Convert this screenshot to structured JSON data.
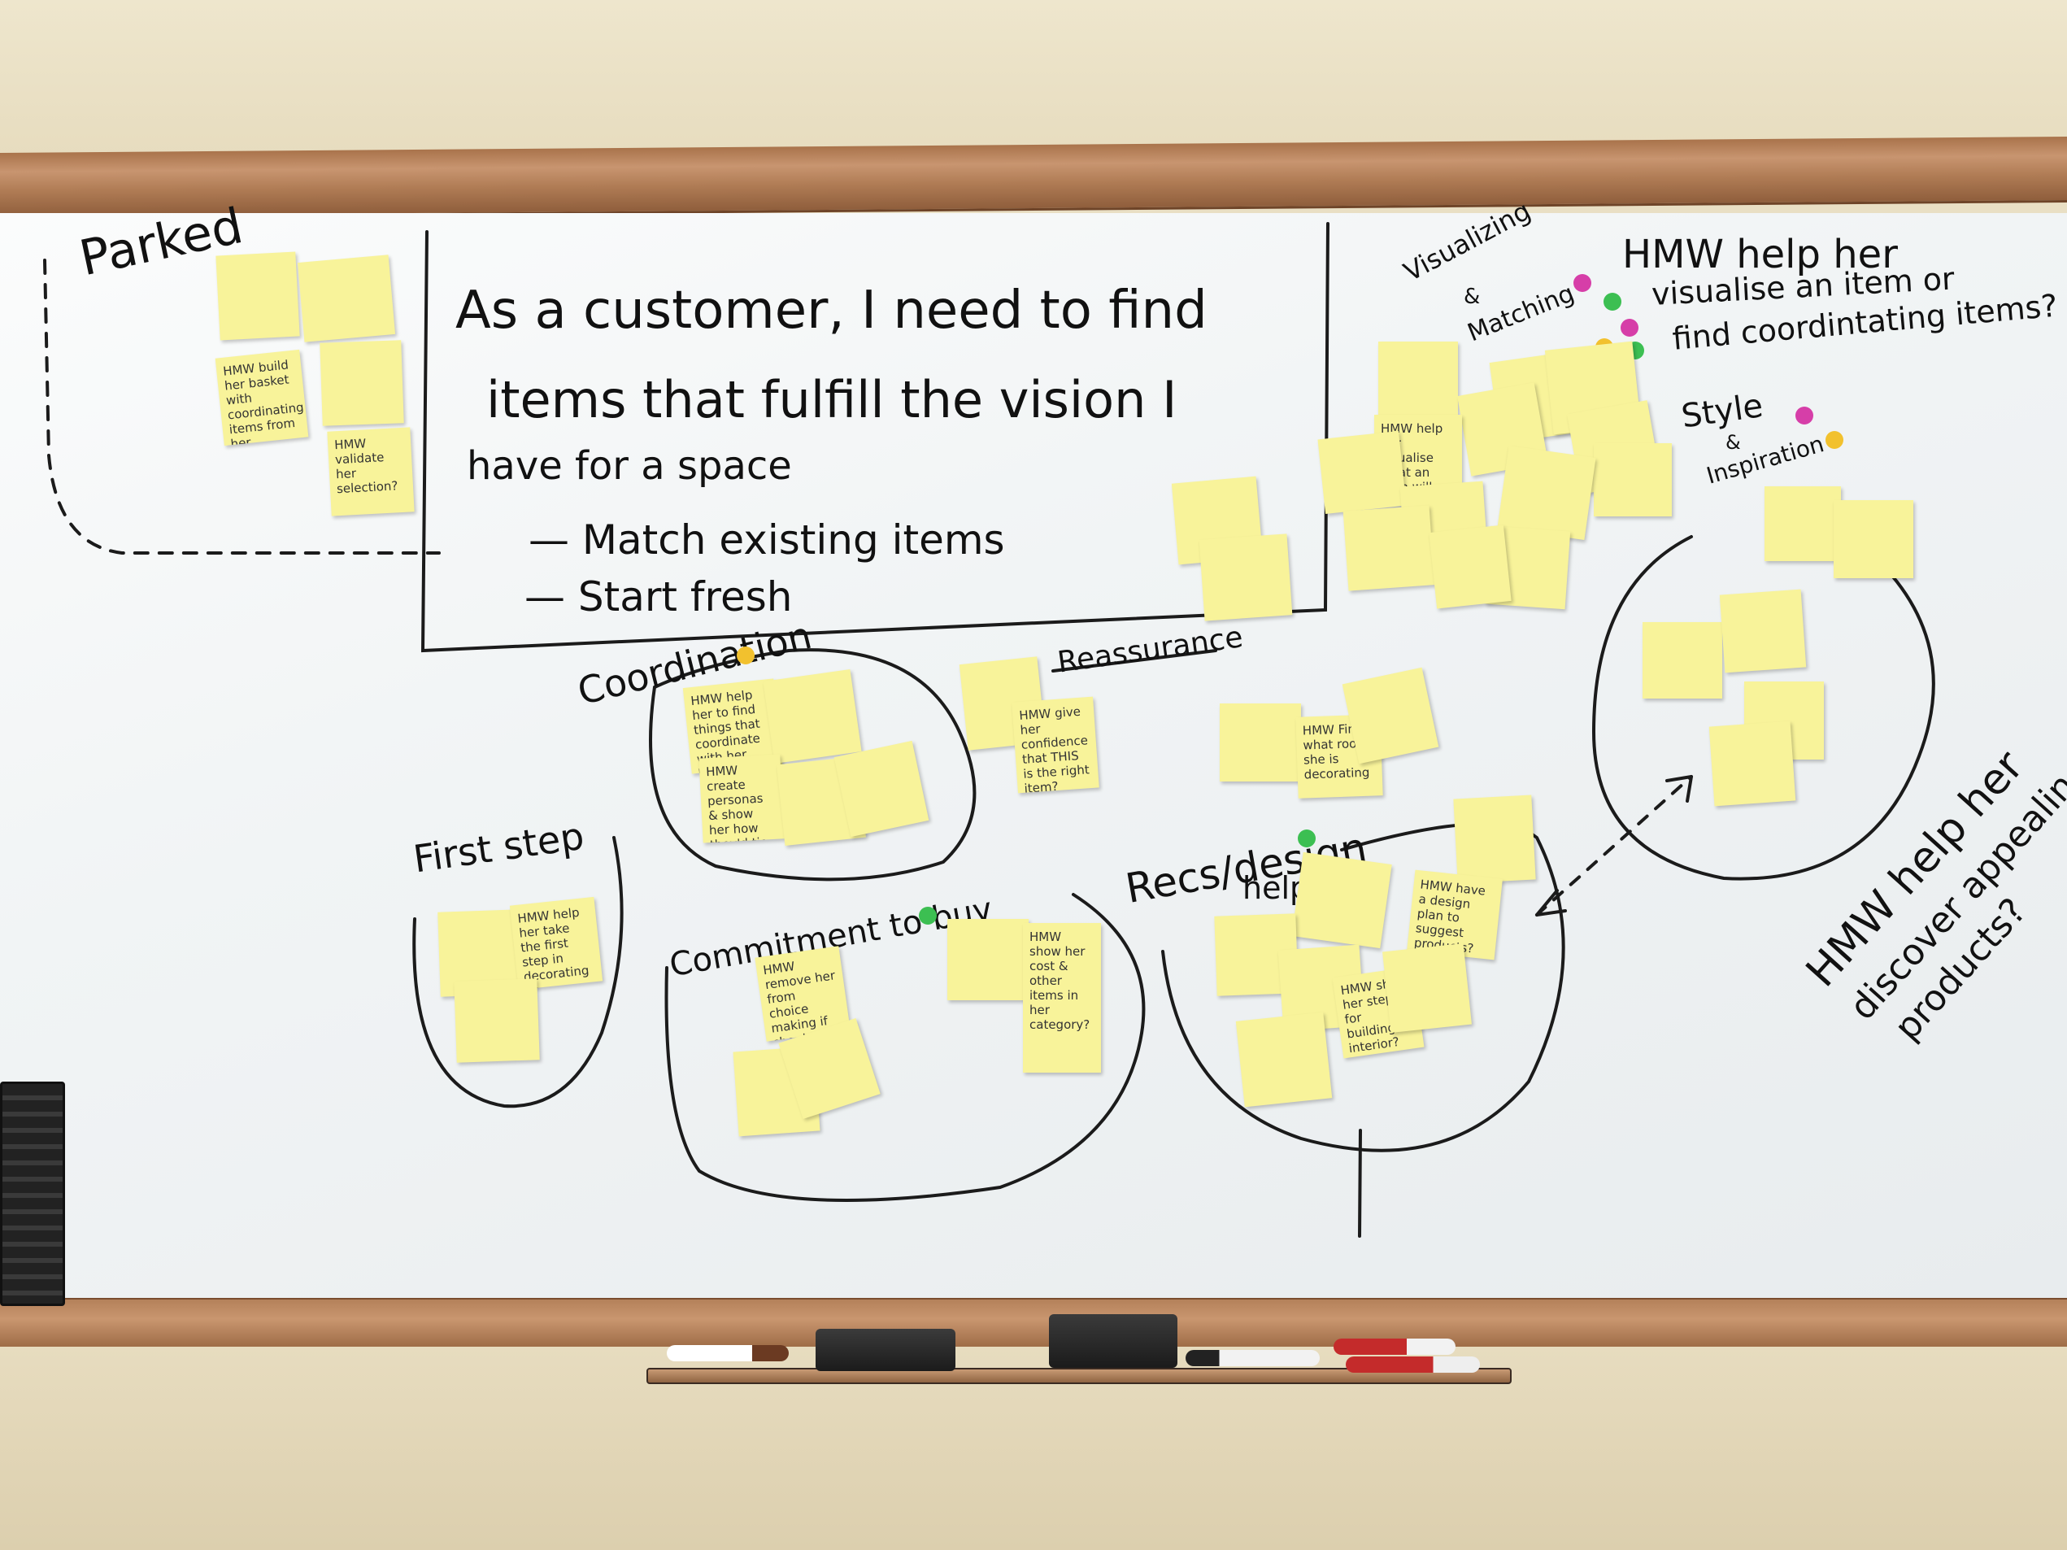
{
  "labels": {
    "parked": "Parked",
    "statement_line1": "As a customer, I need to find",
    "statement_line2": "items that fulfill the vision I",
    "statement_line3": "have for a space",
    "statement_item1": "— Match existing items",
    "statement_item2": "— Start fresh",
    "visualizing": "Visualizing",
    "and1": "&",
    "matching": "Matching",
    "hmw_top_line1": "HMW help her",
    "hmw_top_line2": "visualise an item or",
    "hmw_top_line3": "find coordintating items?",
    "style": "Style",
    "and2": "&",
    "inspiration": "Inspiration",
    "coordination": "Coordination",
    "reassurance": "Reassurance",
    "first_step": "First step",
    "commitment": "Commitment to buy",
    "recs_line1": "Recs/design",
    "recs_line2": "help",
    "hmw_right_line1": "HMW help her",
    "hmw_right_line2": "discover appealing",
    "hmw_right_line3": "products?"
  },
  "notes": {
    "n1": "HMW build her basket with coordinating items from her \"Samdery style\"?",
    "n2": "HMW validate her selection?",
    "n3": "HMW help her visualise what an item will look in her sp.ace?",
    "n4": "HMW help her to find things that coordinate with her basic preferred style?",
    "n5": "HMW create personas & show her how they'd tie to find fresh ideas?",
    "n6": "HMW give her confidence that THIS is the right item?",
    "n7": "HMW Find what room she is decorating",
    "n8": "HMW help her take the first step in decorating an empty/new space?",
    "n9": "HMW remove her from choice making if she doesn't like it?",
    "n10": "HMW show her cost & other items in her category?",
    "n11": "HMW have a design plan to suggest products?",
    "n12": "HMW show her steps for building an interior?"
  },
  "colors": {
    "sticky": "#f8f39a",
    "dot_green": "#3cbf52",
    "dot_magenta": "#d63ea8",
    "dot_yellow": "#f2c12e"
  }
}
